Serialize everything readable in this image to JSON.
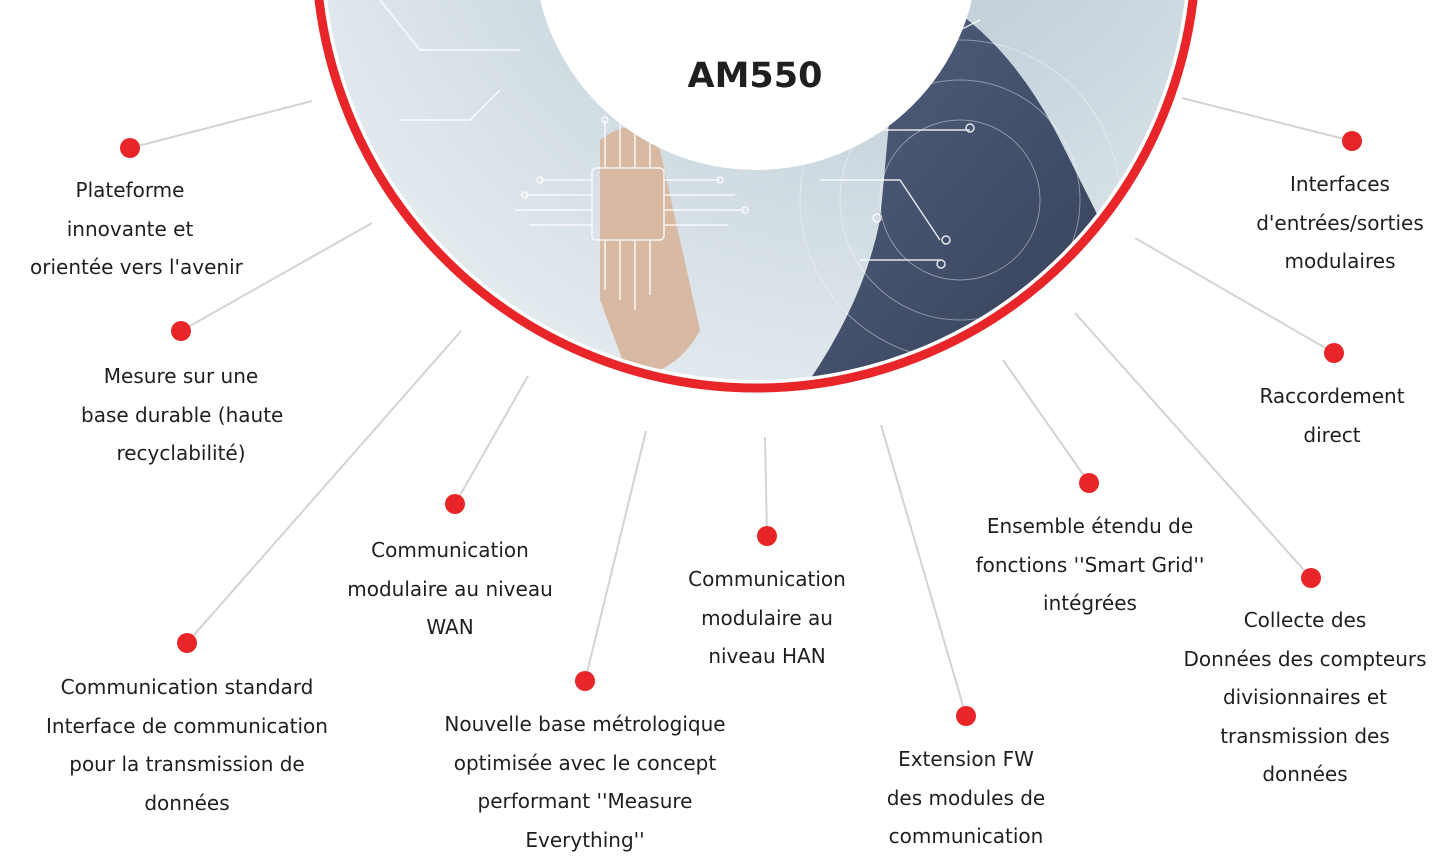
{
  "center": {
    "title": "AM550"
  },
  "features": [
    {
      "id": "plateforme",
      "lines": [
        "Plateforme",
        "innovante et",
        "orientée vers l'avenir"
      ]
    },
    {
      "id": "mesure-durable",
      "lines": [
        "Mesure sur une",
        "base durable (haute",
        "recyclabilité)"
      ]
    },
    {
      "id": "comm-standard",
      "lines": [
        "Communication standard",
        "Interface de communication",
        "pour la transmission de",
        "données"
      ]
    },
    {
      "id": "comm-wan",
      "lines": [
        "Communication",
        "modulaire au niveau",
        "WAN"
      ]
    },
    {
      "id": "metrologique",
      "lines": [
        "Nouvelle base métrologique",
        "optimisée avec le concept",
        "performant ''Measure",
        "Everything''"
      ]
    },
    {
      "id": "comm-han",
      "lines": [
        "Communication",
        "modulaire au",
        "niveau HAN"
      ]
    },
    {
      "id": "extension-fw",
      "lines": [
        "Extension FW",
        "des modules de",
        "communication"
      ]
    },
    {
      "id": "smart-grid",
      "lines": [
        "Ensemble étendu de",
        "fonctions ''Smart Grid''",
        "intégrées"
      ]
    },
    {
      "id": "collecte",
      "lines": [
        "Collecte des",
        "Données des compteurs",
        "divisionnaires et",
        "transmission des",
        "données"
      ]
    },
    {
      "id": "raccordement",
      "lines": [
        "Raccordement",
        "direct"
      ]
    },
    {
      "id": "interfaces-es",
      "lines": [
        "Interfaces",
        "d'entrées/sorties",
        "modulaires"
      ]
    }
  ],
  "colors": {
    "accent": "#e8262a",
    "connector": "#d3d3d3",
    "text": "#1f1f1f"
  }
}
